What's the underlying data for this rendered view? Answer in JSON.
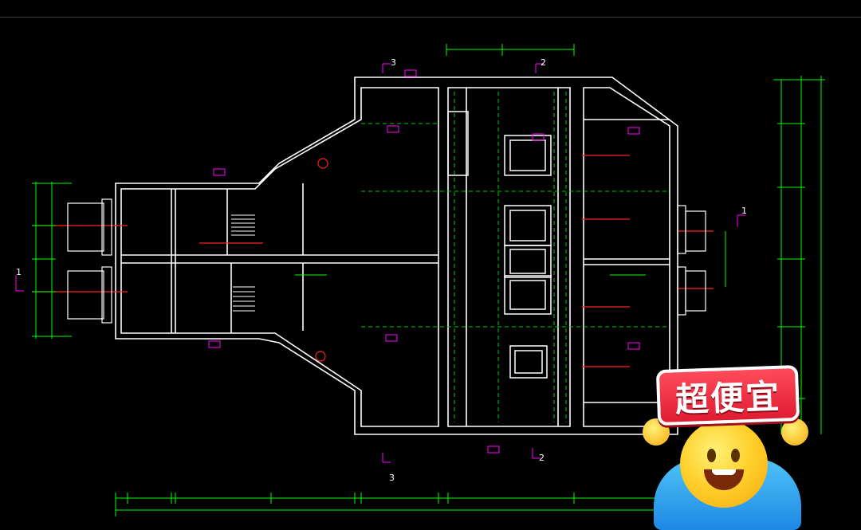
{
  "drawing": {
    "labels": {
      "section_top_left": "3",
      "section_top_right": "2",
      "section_bottom_left": "3",
      "section_bottom_right": "2",
      "section_right": "1",
      "section_left": "1"
    },
    "colors": {
      "background": "#000000",
      "walls": "#ffffff",
      "dimensions": "#00ff00",
      "annotations": "#ff00ff",
      "pipes": "#ff2020",
      "dashed": "#00dd00"
    }
  },
  "sticker": {
    "badge_text": "超便宜",
    "badge_color": "#e8283c",
    "emoji": "smiling-face"
  }
}
